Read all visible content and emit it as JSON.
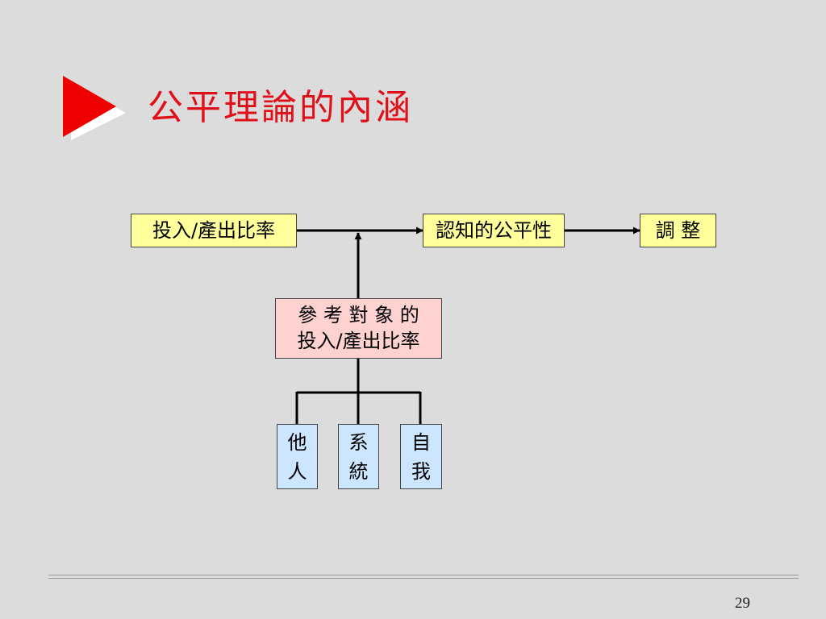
{
  "slide": {
    "title": "公平理論的內涵",
    "page_number": "29"
  },
  "diagram": {
    "input_output_ratio": "投入/產出比率",
    "perceived_fairness": "認知的公平性",
    "adjustment": "調 整",
    "reference_line1": "參 考 對 象 的",
    "reference_line2": "投入/產出比率",
    "other_line1": "他",
    "other_line2": "人",
    "system_line1": "系",
    "system_line2": "統",
    "self_line1": "自",
    "self_line2": "我"
  },
  "colors": {
    "title": "#e0101a",
    "arrow_marker": "#ee0000",
    "box_yellow": "#ffff9c",
    "box_pink": "#ffd2d2",
    "box_blue": "#cde6ff"
  },
  "icons": {
    "title_marker": "play-triangle-icon"
  }
}
